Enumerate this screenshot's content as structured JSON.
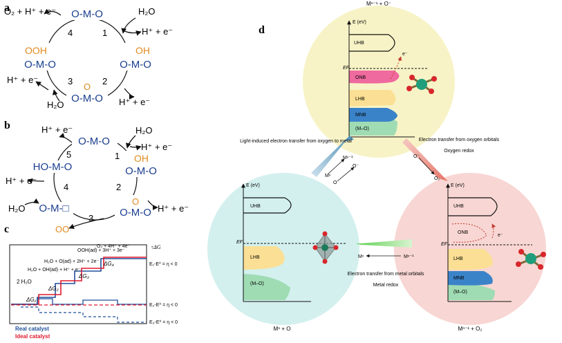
{
  "panel_labels": {
    "a": "a",
    "b": "b",
    "c": "c",
    "d": "d"
  },
  "panel_a": {
    "top_product": "O₂ + H⁺ + e⁻",
    "h2o_top": "H₂O",
    "right_top_product": "H⁺ + e⁻",
    "left_product": "H⁺ + e⁻",
    "right_bottom_product": "H⁺ + e⁻",
    "h2o_bottom": "H₂O",
    "steps": [
      "1",
      "2",
      "3",
      "4"
    ],
    "site": "O-M-O",
    "adsorbate_oh": "OH",
    "adsorbate_ooh": "OOH",
    "adsorbate_o": "O"
  },
  "panel_b": {
    "h2o_top": "H₂O",
    "top_left_product": "H⁺ + e⁻",
    "right_top_product": "H⁺ + e⁻",
    "left_product": "H⁺ + e⁻",
    "right_bottom_product": "H⁺ + e⁻",
    "h2o_left": "H₂O",
    "oo_product": "OO",
    "steps": [
      "5",
      "1",
      "2",
      "3",
      "4"
    ],
    "site": "O-M-O",
    "site_vacancy": "O-M-□",
    "site_ho": "HO-M-O",
    "adsorbate_oh": "OH",
    "adsorbate_o": "O"
  },
  "panel_c": {
    "species": {
      "water": "2 H₂O",
      "oh": "H₂O + OH(ad) + H⁺ + e⁻",
      "o": "H₂O + O(ad) + 2H⁺ + 2e⁻",
      "ooh": "OOH(ad) + 3H⁺ + 3e⁻",
      "o2": "O₂ + 4H⁺ + 4e⁻"
    },
    "axis_label": "↑ΔG",
    "dg_labels": [
      "ΔG₁",
      "ΔG₂",
      "ΔG₃",
      "ΔG₄"
    ],
    "eq1": "E₁-E⁰ = η < 0",
    "eq2": "E₂-E⁰ = η < 0",
    "eq3": "E₃-E⁰ = η < 0",
    "legend_real": "Real catalyst",
    "legend_ideal": "Ideal catalyst",
    "color_real": "#1f4e99",
    "color_ideal": "#e0182d"
  },
  "panel_d": {
    "top_title": "Mⁿ⁻¹ + O⁻",
    "left_bottom_title": "Mⁿ + O",
    "right_bottom_title": "Mⁿ⁻¹ + O₂",
    "energy_axis": "E (eV)",
    "fermi": "EF",
    "uhb": "UHB",
    "onb": "ONB",
    "lhb": "LHB",
    "mnb": "MNB",
    "mo": "(M–O)",
    "electron": "e⁻",
    "light_induced": "Light-induced electron transfer from oxygen to metal",
    "oxygen_transfer": "Electron transfer from oxygen orbitals",
    "oxygen_redox": "Oxygen redox",
    "metal_transfer": "Electron transfer from metal orbitals",
    "metal_redox": "Metal redox",
    "arrow_lm1": "Mⁿ",
    "arrow_lm2": "Mⁿ⁻¹",
    "arrow_lo1": "O",
    "arrow_lo2": "O⁻",
    "arrow_ro1": "O⁻",
    "arrow_ro2": "O₂",
    "arrow_bm1": "Mⁿ",
    "arrow_bm2": "Mⁿ⁻¹",
    "colors": {
      "top_circle": "#f7f3c6",
      "left_circle": "#d3f0ee",
      "right_circle": "#f8d6d3",
      "onb": "#ef6a9e",
      "lhb": "#fbdf94",
      "mnb": "#3b83c9",
      "mo": "#9fdcb4"
    }
  }
}
